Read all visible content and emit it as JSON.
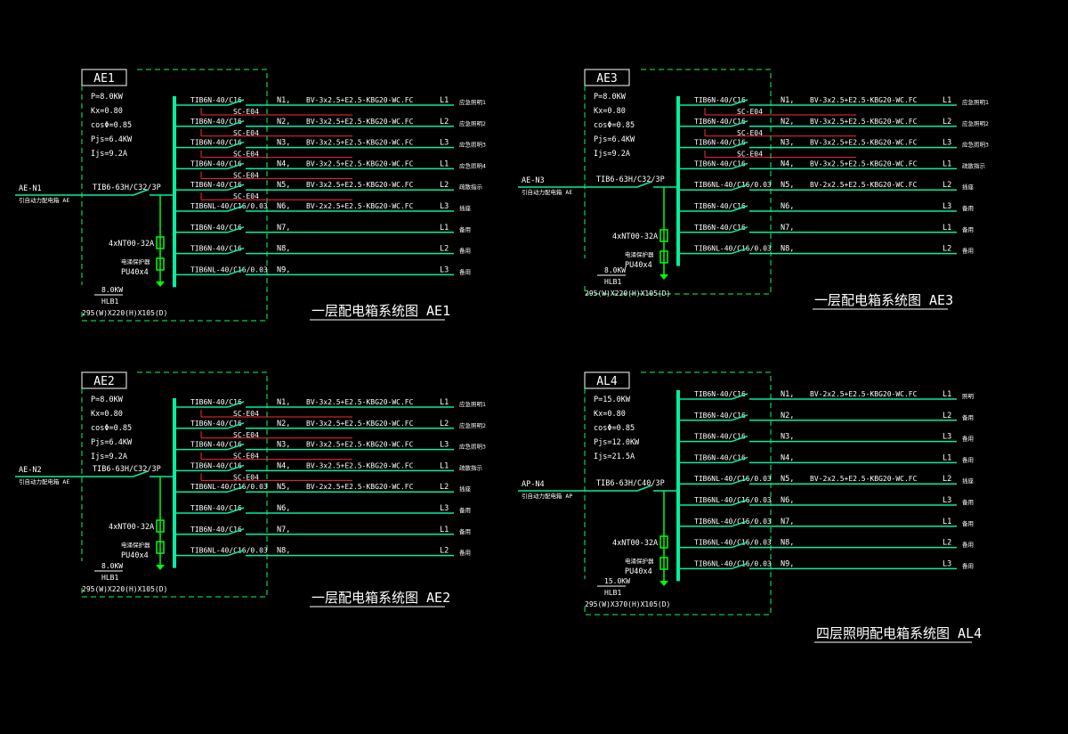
{
  "colors": {
    "background": "#000000",
    "line": "#00f0a0",
    "text": "#ffffff",
    "frame": "#ffffff",
    "dashed_box": "#00ff66",
    "accent": "#ff2a2a",
    "device": "#00ff00"
  },
  "panels": [
    {
      "id": "AE1",
      "label": "AE1",
      "params": [
        "P=8.0KW",
        "Kx=0.80",
        "cosΦ=0.85",
        "Pjs=6.4KW",
        "Ijs=9.2A"
      ],
      "incoming_label": "AE-N1",
      "incoming_sub": "引自动力配电箱 AE",
      "main_breaker": "TIB6-63H/C32/3P",
      "spd_label": "4xNT00-32A",
      "spd_sub": "电涌保护器",
      "spd_model": "PU40x4",
      "box_rating": "8.0KW",
      "box_model": "HLB1",
      "box_size": "295(W)X220(H)X105(D)",
      "title": "一层配电箱系统图 AE1",
      "circuits": [
        {
          "breaker": "TIB6N-40/C16",
          "sc": "SC-E04",
          "no": "N1,",
          "cable": "BV-3x2.5+E2.5-KBG20-WC.FC",
          "phase": "L1",
          "use": "应急照明1"
        },
        {
          "breaker": "TIB6N-40/C16",
          "sc": "SC-E04",
          "no": "N2,",
          "cable": "BV-3x2.5+E2.5-KBG20-WC.FC",
          "phase": "L2",
          "use": "应急照明2"
        },
        {
          "breaker": "TIB6N-40/C16",
          "sc": "SC-E04",
          "no": "N3,",
          "cable": "BV-3x2.5+E2.5-KBG20-WC.FC",
          "phase": "L3",
          "use": "应急照明3"
        },
        {
          "breaker": "TIB6N-40/C16",
          "sc": "SC-E04",
          "no": "N4,",
          "cable": "BV-3x2.5+E2.5-KBG20-WC.FC",
          "phase": "L1",
          "use": "应急照明4"
        },
        {
          "breaker": "TIB6N-40/C16",
          "sc": "SC-E04",
          "no": "N5,",
          "cable": "BV-3x2.5+E2.5-KBG20-WC.FC",
          "phase": "L2",
          "use": "疏散指示"
        },
        {
          "breaker": "TIB6NL-40/C16/0.03",
          "sc": "",
          "no": "N6,",
          "cable": "BV-2x2.5+E2.5-KBG20-WC.FC",
          "phase": "L3",
          "use": "插座"
        },
        {
          "breaker": "TIB6N-40/C16",
          "sc": "",
          "no": "N7,",
          "cable": "",
          "phase": "L1",
          "use": "备用"
        },
        {
          "breaker": "TIB6N-40/C16",
          "sc": "",
          "no": "N8,",
          "cable": "",
          "phase": "L2",
          "use": "备用"
        },
        {
          "breaker": "TIB6NL-40/C16/0.03",
          "sc": "",
          "no": "N9,",
          "cable": "",
          "phase": "L3",
          "use": "备用"
        }
      ]
    },
    {
      "id": "AE2",
      "label": "AE2",
      "params": [
        "P=8.0KW",
        "Kx=0.80",
        "cosΦ=0.85",
        "Pjs=6.4KW",
        "Ijs=9.2A"
      ],
      "incoming_label": "AE-N2",
      "incoming_sub": "引自动力配电箱 AE",
      "main_breaker": "TIB6-63H/C32/3P",
      "spd_label": "4xNT00-32A",
      "spd_sub": "电涌保护器",
      "spd_model": "PU40x4",
      "box_rating": "8.0KW",
      "box_model": "HLB1",
      "box_size": "295(W)X220(H)X105(D)",
      "title": "一层配电箱系统图 AE2",
      "circuits": [
        {
          "breaker": "TIB6N-40/C16",
          "sc": "SC-E04",
          "no": "N1,",
          "cable": "BV-3x2.5+E2.5-KBG20-WC.FC",
          "phase": "L1",
          "use": "应急照明1"
        },
        {
          "breaker": "TIB6N-40/C16",
          "sc": "SC-E04",
          "no": "N2,",
          "cable": "BV-3x2.5+E2.5-KBG20-WC.FC",
          "phase": "L2",
          "use": "应急照明2"
        },
        {
          "breaker": "TIB6N-40/C16",
          "sc": "SC-E04",
          "no": "N3,",
          "cable": "BV-3x2.5+E2.5-KBG20-WC.FC",
          "phase": "L3",
          "use": "应急照明3"
        },
        {
          "breaker": "TIB6N-40/C16",
          "sc": "SC-E04",
          "no": "N4,",
          "cable": "BV-3x2.5+E2.5-KBG20-WC.FC",
          "phase": "L1",
          "use": "疏散指示"
        },
        {
          "breaker": "TIB6NL-40/C16/0.03",
          "sc": "",
          "no": "N5,",
          "cable": "BV-2x2.5+E2.5-KBG20-WC.FC",
          "phase": "L2",
          "use": "插座"
        },
        {
          "breaker": "TIB6N-40/C16",
          "sc": "",
          "no": "N6,",
          "cable": "",
          "phase": "L3",
          "use": "备用"
        },
        {
          "breaker": "TIB6N-40/C16",
          "sc": "",
          "no": "N7,",
          "cable": "",
          "phase": "L1",
          "use": "备用"
        },
        {
          "breaker": "TIB6NL-40/C16/0.03",
          "sc": "",
          "no": "N8,",
          "cable": "",
          "phase": "L2",
          "use": "备用"
        }
      ]
    },
    {
      "id": "AE3",
      "label": "AE3",
      "params": [
        "P=8.0KW",
        "Kx=0.80",
        "cosΦ=0.85",
        "Pjs=6.4KW",
        "Ijs=9.2A"
      ],
      "incoming_label": "AE-N3",
      "incoming_sub": "引自动力配电箱 AE",
      "main_breaker": "TIB6-63H/C32/3P",
      "spd_label": "4xNT00-32A",
      "spd_sub": "电涌保护器",
      "spd_model": "PU40x4",
      "box_rating": "8.0KW",
      "box_model": "HLB1",
      "box_size": "295(W)X220(H)X105(D)",
      "title": "一层配电箱系统图 AE3",
      "circuits": [
        {
          "breaker": "TIB6N-40/C16",
          "sc": "SC-E04",
          "no": "N1,",
          "cable": "BV-3x2.5+E2.5-KBG20-WC.FC",
          "phase": "L1",
          "use": "应急照明1"
        },
        {
          "breaker": "TIB6N-40/C16",
          "sc": "SC-E04",
          "no": "N2,",
          "cable": "BV-3x2.5+E2.5-KBG20-WC.FC",
          "phase": "L2",
          "use": "应急照明2"
        },
        {
          "breaker": "TIB6N-40/C16",
          "sc": "SC-E04",
          "no": "N3,",
          "cable": "BV-3x2.5+E2.5-KBG20-WC.FC",
          "phase": "L3",
          "use": "应急照明3"
        },
        {
          "breaker": "TIB6N-40/C16",
          "sc": "",
          "no": "N4,",
          "cable": "BV-3x2.5+E2.5-KBG20-WC.FC",
          "phase": "L1",
          "use": "疏散指示"
        },
        {
          "breaker": "TIB6NL-40/C16/0.03",
          "sc": "",
          "no": "N5,",
          "cable": "BV-2x2.5+E2.5-KBG20-WC.FC",
          "phase": "L2",
          "use": "插座"
        },
        {
          "breaker": "TIB6N-40/C16",
          "sc": "",
          "no": "N6,",
          "cable": "",
          "phase": "L3",
          "use": "备用"
        },
        {
          "breaker": "TIB6N-40/C16",
          "sc": "",
          "no": "N7,",
          "cable": "",
          "phase": "L1",
          "use": "备用"
        },
        {
          "breaker": "TIB6NL-40/C16/0.03",
          "sc": "",
          "no": "N8,",
          "cable": "",
          "phase": "L2",
          "use": "备用"
        }
      ]
    },
    {
      "id": "AL4",
      "label": "AL4",
      "params": [
        "P=15.0KW",
        "Kx=0.80",
        "cosΦ=0.85",
        "Pjs=12.0KW",
        "Ijs=21.5A"
      ],
      "incoming_label": "AP-N4",
      "incoming_sub": "引自动力配电箱 AP",
      "main_breaker": "TIB6-63H/C40/3P",
      "spd_label": "4xNT00-32A",
      "spd_sub": "电涌保护器",
      "spd_model": "PU40x4",
      "box_rating": "15.0KW",
      "box_model": "HLB1",
      "box_size": "295(W)X370(H)X105(D)",
      "title": "四层照明配电箱系统图 AL4",
      "circuits": [
        {
          "breaker": "TIB6N-40/C16",
          "sc": "",
          "no": "N1,",
          "cable": "BV-2x2.5+E2.5-KBG20-WC.FC",
          "phase": "L1",
          "use": "照明"
        },
        {
          "breaker": "TIB6N-40/C16",
          "sc": "",
          "no": "N2,",
          "cable": "",
          "phase": "L2",
          "use": "备用"
        },
        {
          "breaker": "TIB6N-40/C16",
          "sc": "",
          "no": "N3,",
          "cable": "",
          "phase": "L3",
          "use": "备用"
        },
        {
          "breaker": "TIB6N-40/C16",
          "sc": "",
          "no": "N4,",
          "cable": "",
          "phase": "L1",
          "use": "备用"
        },
        {
          "breaker": "TIB6NL-40/C16/0.03",
          "sc": "",
          "no": "N5,",
          "cable": "BV-2x2.5+E2.5-KBG20-WC.FC",
          "phase": "L2",
          "use": "插座"
        },
        {
          "breaker": "TIB6NL-40/C16/0.03",
          "sc": "",
          "no": "N6,",
          "cable": "",
          "phase": "L3",
          "use": "备用"
        },
        {
          "breaker": "TIB6NL-40/C16/0.03",
          "sc": "",
          "no": "N7,",
          "cable": "",
          "phase": "L1",
          "use": "备用"
        },
        {
          "breaker": "TIB6NL-40/C16/0.03",
          "sc": "",
          "no": "N8,",
          "cable": "",
          "phase": "L2",
          "use": "备用"
        },
        {
          "breaker": "TIB6NL-40/C16/0.03",
          "sc": "",
          "no": "N9,",
          "cable": "",
          "phase": "L3",
          "use": "备用"
        }
      ]
    }
  ]
}
